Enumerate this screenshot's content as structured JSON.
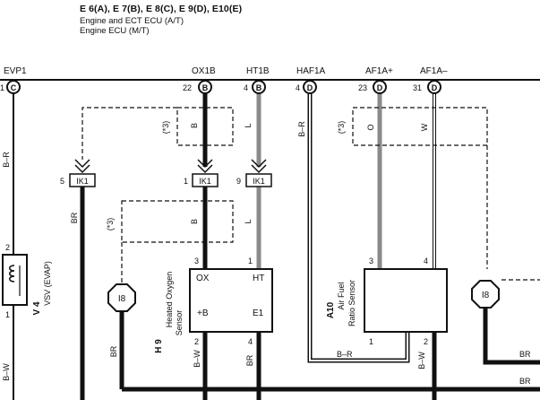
{
  "header": {
    "title": "E 6(A), E 7(B), E 8(C), E 9(D), E10(E)",
    "subtitle_1": "Engine and ECT ECU (A/T)",
    "subtitle_2": "Engine ECU (M/T)"
  },
  "terminals": {
    "evp1": {
      "name": "EVP1",
      "pin": "1",
      "conn": "C"
    },
    "ox1b": {
      "name": "OX1B",
      "pin": "22",
      "conn": "B"
    },
    "ht1b": {
      "name": "HT1B",
      "pin": "4",
      "conn": "B"
    },
    "haf1a": {
      "name": "HAF1A",
      "pin": "4",
      "conn": "D"
    },
    "af1a_plus": {
      "name": "AF1A+",
      "pin": "23",
      "conn": "D"
    },
    "af1a_minus": {
      "name": "AF1A–",
      "pin": "31",
      "conn": "D"
    }
  },
  "connectors": {
    "ik1_a": {
      "label": "IK1",
      "pin": "5"
    },
    "ik1_b": {
      "label": "IK1",
      "pin": "1"
    },
    "ik1_c": {
      "label": "IK1",
      "pin": "9"
    }
  },
  "shield_labels": {
    "s1": "(*3)",
    "s2": "(*3)",
    "s3": "(*3)"
  },
  "wire_colors": {
    "evp1_top": "B–R",
    "evp1_bottom": "B–W",
    "ik1a_down": "BR",
    "ox_upper": "B",
    "ox_mid": "B",
    "ht_upper": "L",
    "ht_mid": "L",
    "haf_vertical": "B–R",
    "haf_bottom": "B–R",
    "af_plus": "O",
    "af_minus": "W",
    "ground_left": "BR",
    "h9_bottom_left": "B–W",
    "h9_bottom_right": "BR",
    "a10_bottom_left": "B–W",
    "right_upper": "BR",
    "right_lower": "BR"
  },
  "components": {
    "v4": {
      "id": "V 4",
      "name": "VSV (EVAP)",
      "pin_top": "2",
      "pin_bottom": "1"
    },
    "h9": {
      "id": "H 9",
      "name_line1": "Heated Oxygen",
      "name_line2": "Sensor",
      "pin_ox": "3",
      "pin_ht": "1",
      "pin_b": "2",
      "pin_e1": "4",
      "label_ox": "OX",
      "label_ht": "HT",
      "label_b": "+B",
      "label_e1": "E1"
    },
    "a10": {
      "id": "A10",
      "name_line1": "Air Fuel",
      "name_line2": "Ratio Sensor",
      "pin_tl": "3",
      "pin_tr": "4",
      "pin_bl": "1",
      "pin_br": "2"
    }
  },
  "junctions": {
    "j_left": "I8",
    "j_right": "I8"
  },
  "colors": {
    "ink": "#111111",
    "wire_gray": "#8a8a8a",
    "wire_light": "#bdbdbd",
    "background": "#ffffff"
  }
}
